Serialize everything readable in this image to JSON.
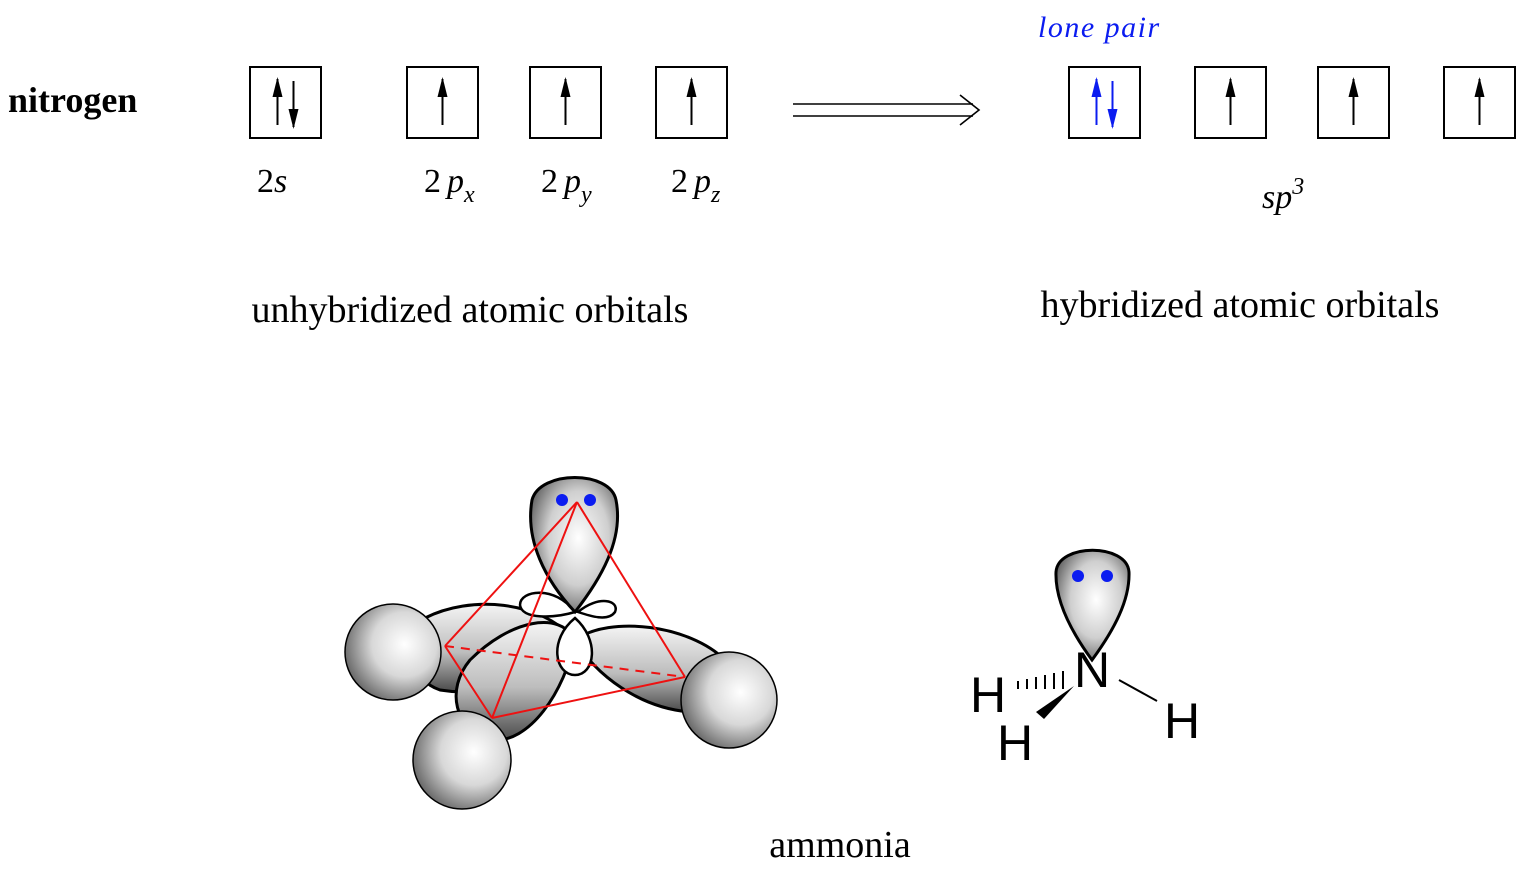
{
  "element": "nitrogen",
  "unhybridized": {
    "caption": "unhybridized atomic orbitals",
    "orbitals": [
      {
        "label_main": "2",
        "label_letter": "s",
        "label_sub": "",
        "electrons": 2
      },
      {
        "label_main": "2",
        "label_letter": "p",
        "label_sub": "x",
        "electrons": 1
      },
      {
        "label_main": "2",
        "label_letter": "p",
        "label_sub": "y",
        "electrons": 1
      },
      {
        "label_main": "2",
        "label_letter": "p",
        "label_sub": "z",
        "electrons": 1
      }
    ]
  },
  "hybridized": {
    "caption": "hybridized atomic orbitals",
    "lone_pair_label": "lone pair",
    "label_base": "sp",
    "label_sup": "3",
    "orbitals": [
      {
        "electrons": 2,
        "lone_pair": true
      },
      {
        "electrons": 1,
        "lone_pair": false
      },
      {
        "electrons": 1,
        "lone_pair": false
      },
      {
        "electrons": 1,
        "lone_pair": false
      }
    ]
  },
  "molecule": {
    "name": "ammonia",
    "central_atom": "N",
    "hydrogen_label": "H"
  },
  "colors": {
    "text": "#000000",
    "lone_pair": "#0b1cf0",
    "tetrahedron": "#ee1111"
  }
}
